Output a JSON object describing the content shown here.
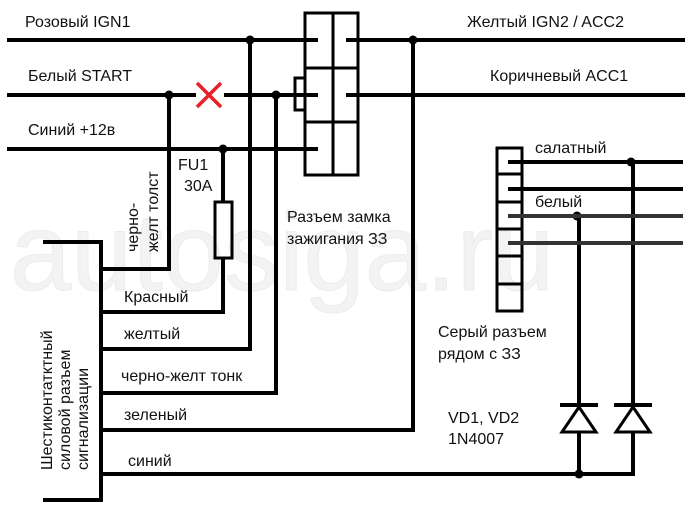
{
  "watermark": "autosiga.ru",
  "wires_left": {
    "ign1": "Розовый IGN1",
    "start": "Белый START",
    "plus12": "Синий +12в"
  },
  "wires_right": {
    "ign2": "Желтый IGN2 / ACC2",
    "acc1": "Коричневый ACC1"
  },
  "ignition_connector": {
    "line1": "Разъем замка",
    "line2": "зажигания ЗЗ"
  },
  "fuse": {
    "name": "FU1",
    "rating": "30A"
  },
  "thick_wire": {
    "line1": "черно-",
    "line2": "желт толст"
  },
  "alarm_connector": {
    "line1": "Шестиконтатктный",
    "line2": "силовой разъем",
    "line3": "сигнализации"
  },
  "alarm_wires": [
    "Красный",
    "желтый",
    "черно-желт тонк",
    "зеленый",
    "синий"
  ],
  "grey_connector": {
    "line1": "Серый разъем",
    "line2": "рядом с ЗЗ",
    "wire1": "салатный",
    "wire2": "белый"
  },
  "diodes": {
    "names": "VD1, VD2",
    "part": "1N4007"
  },
  "cut_mark_color": "#e8202a"
}
